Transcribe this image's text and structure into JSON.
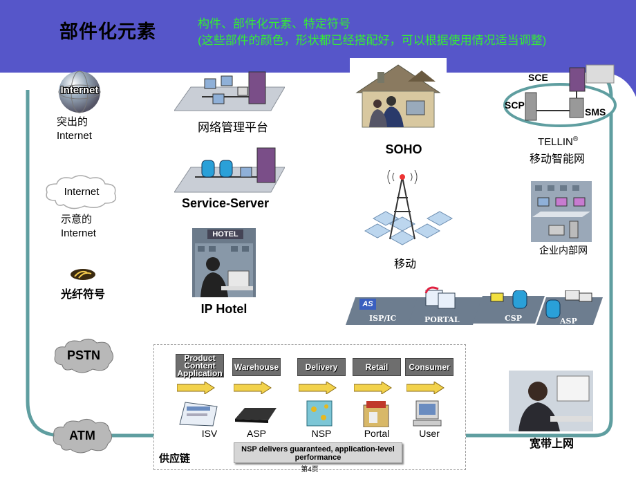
{
  "header": {
    "title": "部件化元素",
    "subtitle_line1": "构件、部件化元素、特定符号",
    "subtitle_line2": "(这些部件的颜色，形状都已经搭配好，可以根据使用情况适当调整)"
  },
  "left_column": {
    "internet_globe_text": "Internet",
    "internet_label_1": "突出的",
    "internet_label_2": "Internet",
    "cloud_text": "Internet",
    "cloud_label_1": "示意的",
    "cloud_label_2": "Internet",
    "fiber_label": "光纤符号",
    "pstn_label": "PSTN",
    "atm_label": "ATM"
  },
  "middle_column": {
    "net_mgmt_label": "网络管理平台",
    "service_server_label": "Service-Server",
    "hotel_sign": "HOTEL",
    "ip_hotel_label": "IP Hotel"
  },
  "right_area": {
    "soho_label": "SOHO",
    "mobile_label": "移动",
    "sce_label": "SCE",
    "scp_label": "SCP",
    "sms_label": "SMS",
    "tellin_label": "TELLIN",
    "tellin_reg": "®",
    "tellin_sub": "移动智能网",
    "enterprise_label": "企业内部网",
    "broadband_label": "宽带上网"
  },
  "service_cards": [
    {
      "label": "ISP/IC",
      "badge": "AS"
    },
    {
      "label": "PORTAL"
    },
    {
      "label": "CSP"
    },
    {
      "label": "ASP"
    }
  ],
  "supply_chain": {
    "steps": [
      {
        "title": "Product Content Application",
        "item": "ISV"
      },
      {
        "title": "Warehouse",
        "item": "ASP"
      },
      {
        "title": "Delivery",
        "item": "NSP"
      },
      {
        "title": "Retail",
        "item": "Portal"
      },
      {
        "title": "Consumer",
        "item": "User"
      }
    ],
    "chain_label": "供应链",
    "nsp_note": "NSP delivers guaranteed, application-level performance"
  },
  "footer": {
    "page_label": "第4页"
  },
  "colors": {
    "band": "#5656c9",
    "frame": "#5f9ea0",
    "subtitle": "#33ee33"
  }
}
